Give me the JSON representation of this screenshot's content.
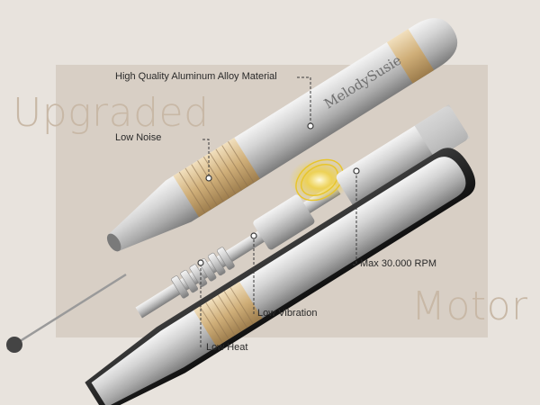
{
  "headline": {
    "word1": "Upgraded",
    "word2": "Motor"
  },
  "brand": {
    "logo_text": "MelodySusie"
  },
  "callouts": {
    "material": "High Quality Aluminum Alloy Material",
    "noise": "Low Noise",
    "rpm": "Max 30.000 RPM",
    "vibration": "Low Vibration",
    "heat": "Low Heat"
  },
  "colors": {
    "background": "#e8e3dd",
    "panel": "#d8cfc5",
    "headline": "#c8b8a6",
    "silver": "#c9c9c9",
    "gold": "#d8b98a",
    "glow": "#f2d23a"
  }
}
